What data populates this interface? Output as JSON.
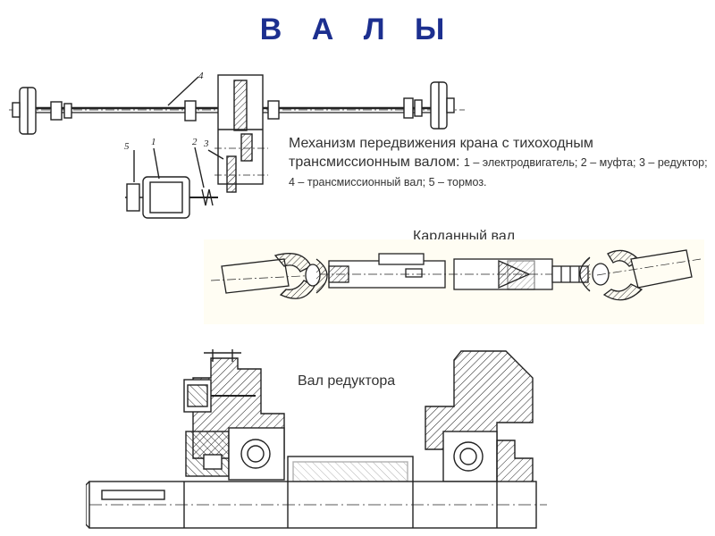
{
  "title": "В А Л Ы",
  "crane": {
    "caption_main": "Механизм передвижения крана с тихоходным трансмиссионным валом:",
    "caption_legend": "1 – электродвигатель; 2 – муфта; 3 – редуктор; 4 – трансмиссионный вал; 5 – тормоз.",
    "callouts": [
      "4",
      "5",
      "1",
      "2",
      "3"
    ]
  },
  "cardan": {
    "label": "Карданный вал"
  },
  "gearbox": {
    "label": "Вал редуктора"
  },
  "colors": {
    "title": "#1c2f8f",
    "text": "#333333",
    "drawing": "#222222"
  }
}
